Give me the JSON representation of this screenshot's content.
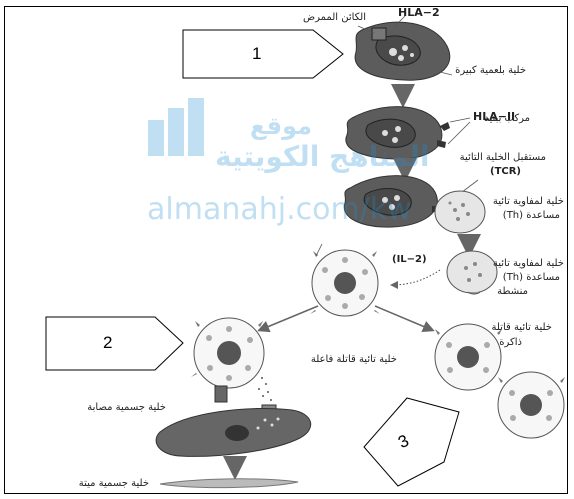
{
  "labels": {
    "pathogen": "الكائن الممرض",
    "hla2_top": "HLA−2",
    "big_phagocyte": "خلية بلعمية كبيرة",
    "peptide_complex": "مركب ببتيد",
    "hla_ii": "HLA−II",
    "receptor_title": "مستقبل الخلية التائية",
    "tcr": "(TCR)",
    "helper_t_1": "خلية لمفاوية تائية",
    "helper_t_2": "مساعدة (Th)",
    "activated_1": "خلية لمفاوية تائية",
    "activated_2": "مساعدة (Th)",
    "activated_3": "منشطة",
    "il2": "(IL−2)",
    "memory_1": "خلية تائية قاتلة",
    "memory_2": "ذاكرة",
    "effector_killer": "خلية تائية قاتلة فاعلة",
    "infected_cell": "خلية جسمية مصابة",
    "dead_cell": "خلية جسمية ميتة"
  },
  "callouts": {
    "one": "1",
    "two": "2",
    "three": "3"
  },
  "watermark": {
    "arabic_1": "موقع",
    "arabic_2": "المناهج الكويتية",
    "url": "almanahj.com/kw"
  },
  "colors": {
    "cell_dark": "#555555",
    "cell_light": "#f2f2f2",
    "accent": "#1f8fd6"
  }
}
